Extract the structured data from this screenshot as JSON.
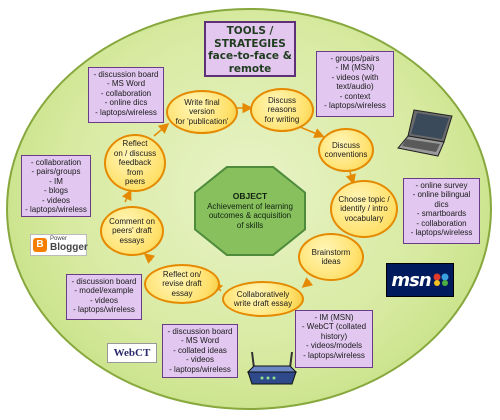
{
  "title": [
    "TOOLS /",
    "STRATEGIES",
    "face-to-face &",
    "remote"
  ],
  "object": {
    "heading": "OBJECT",
    "lines": [
      "Achievement of learning",
      "outcomes & acquisition",
      "of skills"
    ]
  },
  "nodes": [
    {
      "id": "write-final",
      "lines": [
        "Write final version",
        "for 'publication'"
      ]
    },
    {
      "id": "discuss-reasons",
      "lines": [
        "Discuss reasons",
        "for writing"
      ]
    },
    {
      "id": "discuss-conventions",
      "lines": [
        "Discuss",
        "conventions"
      ]
    },
    {
      "id": "choose-topic",
      "lines": [
        "Choose topic /",
        "identify / intro",
        "vocabulary"
      ]
    },
    {
      "id": "brainstorm",
      "lines": [
        "Brainstorm ideas"
      ]
    },
    {
      "id": "collab-write",
      "lines": [
        "Collaboratively",
        "write draft essay"
      ]
    },
    {
      "id": "reflect-revise",
      "lines": [
        "Reflect on/",
        "revise draft essay"
      ]
    },
    {
      "id": "comment-peers",
      "lines": [
        "Comment on",
        "peers' draft",
        "essays"
      ]
    },
    {
      "id": "reflect-feedback",
      "lines": [
        "Reflect",
        "on / discuss",
        "feedback from",
        "peers"
      ]
    }
  ],
  "tools": [
    {
      "id": "top-right",
      "lines": [
        "- groups/pairs",
        "- IM (MSN)",
        "- videos (with",
        "text/audio)",
        "- context",
        "- laptops/wireless"
      ]
    },
    {
      "id": "right",
      "lines": [
        "- online survey",
        "- online bilingual",
        "dics",
        "- smartboards",
        "- collaboration",
        "- laptops/wireless"
      ]
    },
    {
      "id": "bottom-right",
      "lines": [
        "- IM (MSN)",
        "- WebCT (collated",
        "history)",
        "- videos/models",
        "- laptops/wireless"
      ]
    },
    {
      "id": "bottom-center",
      "lines": [
        "- discussion board",
        "- MS Word",
        "- collated ideas",
        "- videos",
        "- laptops/wireless"
      ]
    },
    {
      "id": "bottom-left",
      "lines": [
        "- discussion board",
        "- model/example",
        "- videos",
        "- laptops/wireless"
      ]
    },
    {
      "id": "left",
      "lines": [
        "- collaboration",
        "- pairs/groups",
        "- IM",
        "- blogs",
        "- videos",
        "- laptops/wireless"
      ]
    },
    {
      "id": "top-left",
      "lines": [
        "- discussion board",
        "- MS Word",
        "- collaboration",
        "- online dics",
        "- laptops/wireless"
      ]
    }
  ],
  "logos": {
    "msn": "msn",
    "blogger_small": "Power",
    "blogger_big": "Blogger",
    "webct": "WebCT"
  },
  "icons": [
    "laptop-icon",
    "router-icon",
    "msn-logo",
    "blogger-logo",
    "webct-logo"
  ],
  "colors": {
    "background_ellipse": "#d7eaa0",
    "node_fill": "#ffe06a",
    "node_border": "#e58a00",
    "tool_fill": "#e2c8f0",
    "tool_border": "#6a3b87",
    "object_fill": "#88c05e",
    "arrow": "#e58a00"
  }
}
